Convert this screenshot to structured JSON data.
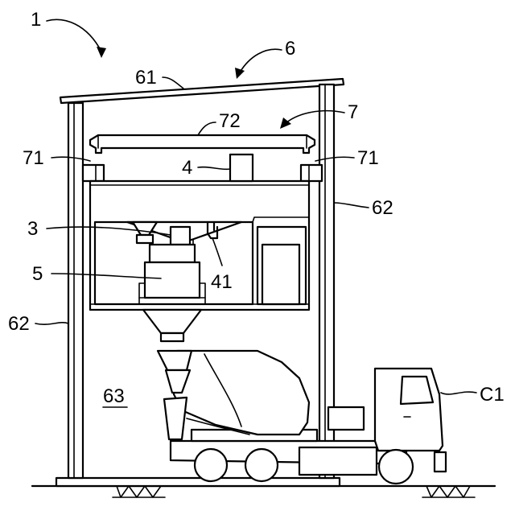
{
  "labels": {
    "l1": "1",
    "l6": "6",
    "l61": "61",
    "l7": "7",
    "l72": "72",
    "l71_left": "71",
    "l71_right": "71",
    "l4": "4",
    "l62_right": "62",
    "l62_left": "62",
    "l3": "3",
    "l5": "5",
    "l41": "41",
    "l63": "63",
    "lC1": "C1"
  }
}
